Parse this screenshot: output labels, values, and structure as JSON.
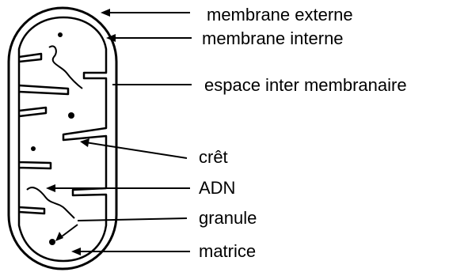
{
  "labels": {
    "outer_membrane": "membrane externe",
    "inner_membrane": "membrane interne",
    "intermembrane_space": "espace inter membranaire",
    "crista": "crêt",
    "dna": "ADN",
    "granule": "granule",
    "matrix": "matrice"
  },
  "colors": {
    "stroke": "#000000",
    "background": "#ffffff"
  }
}
